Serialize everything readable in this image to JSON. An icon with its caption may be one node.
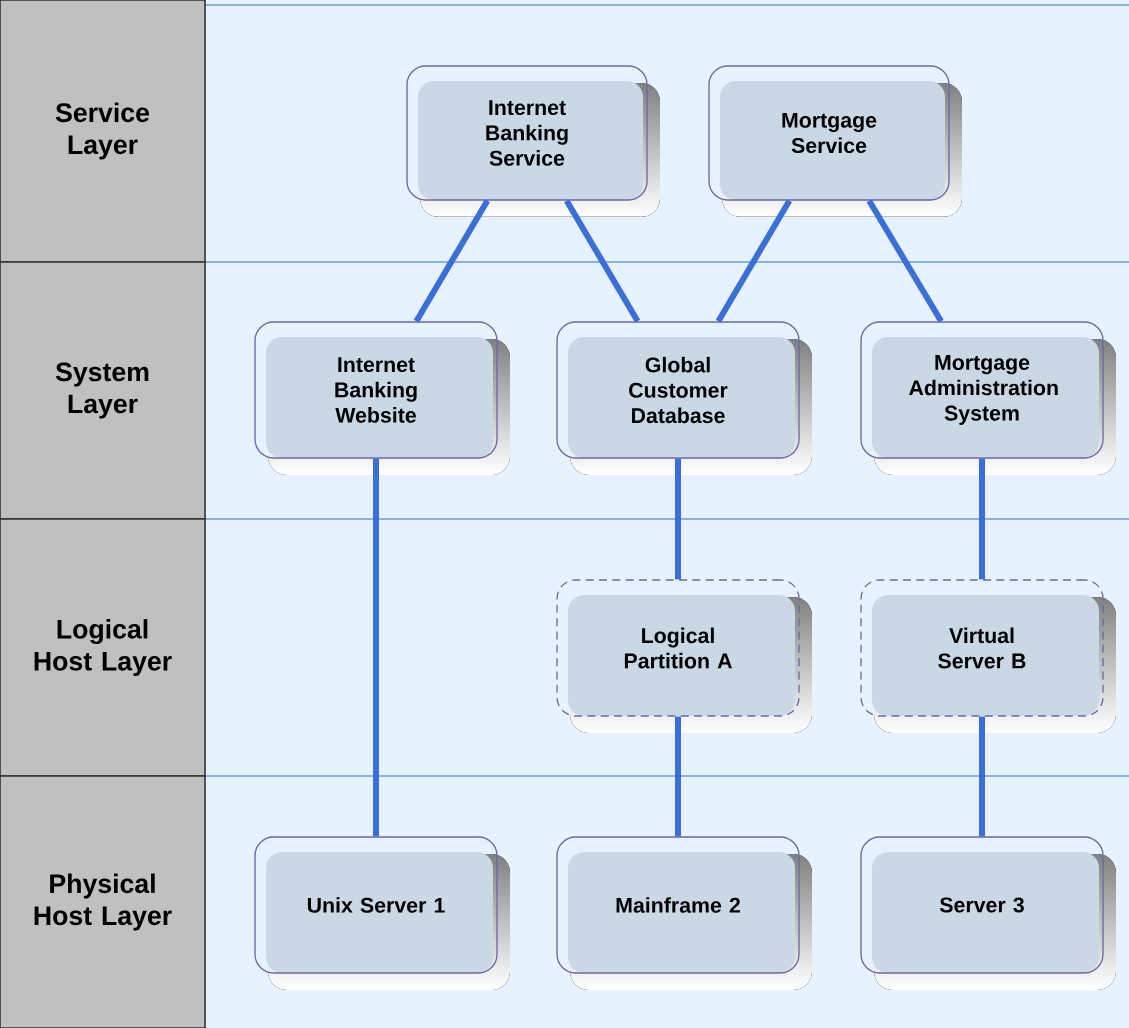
{
  "diagram": {
    "nodes": [
      {
        "text": [
          "Service Layer"
        ]
      },
      {
        "text": [
          "System Layer"
        ]
      },
      {
        "text": [
          "Logical Host Layer"
        ]
      },
      {
        "text": [
          "Physical Host Layer"
        ]
      },
      {
        "text": [
          "Internet Banking Service"
        ]
      },
      {
        "text": [
          "Mortgage Service"
        ]
      },
      {
        "text": [
          "Internet Banking Website"
        ]
      },
      {
        "text": [
          "Global Customer Database"
        ]
      },
      {
        "text": [
          "Mortgage Administration System"
        ]
      },
      {
        "text": [
          "Logical Partition A"
        ]
      },
      {
        "text": [
          "Virtual Server B"
        ]
      },
      {
        "text": [
          "Unix Server 1"
        ]
      },
      {
        "text": [
          "Mainframe 2"
        ]
      },
      {
        "text": [
          "Server 3"
        ]
      }
    ],
    "edges": [
      {
        "from": 4,
        "to": 6,
        "arrow": "none"
      },
      {
        "from": 4,
        "to": 7,
        "arrow": "none"
      },
      {
        "from": 5,
        "to": 7,
        "arrow": "none"
      },
      {
        "from": 5,
        "to": 8,
        "arrow": "none"
      },
      {
        "from": 6,
        "to": 11,
        "arrow": "none"
      },
      {
        "from": 7,
        "to": 9,
        "arrow": "none"
      },
      {
        "from": 9,
        "to": 12,
        "arrow": "none"
      },
      {
        "from": 8,
        "to": 10,
        "arrow": "none"
      },
      {
        "from": 10,
        "to": 13,
        "arrow": "none"
      }
    ]
  }
}
